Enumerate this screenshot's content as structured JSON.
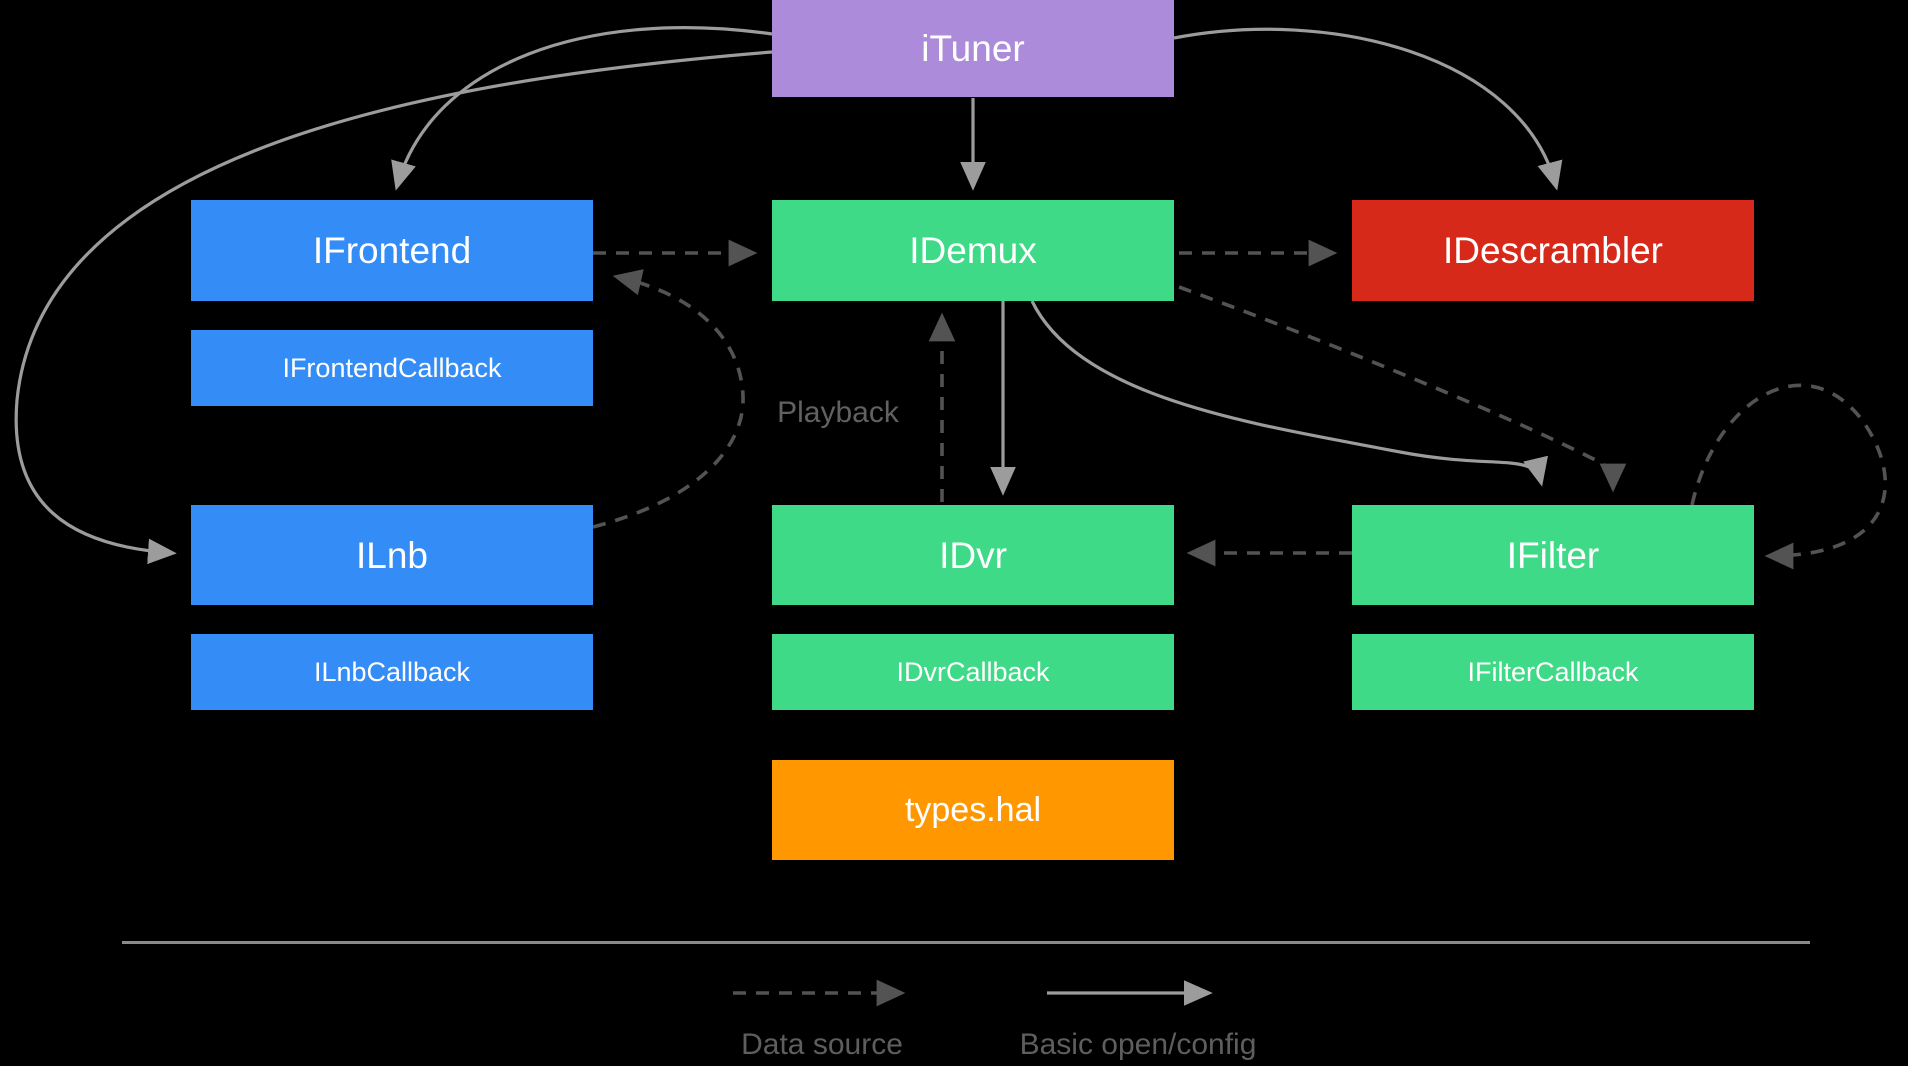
{
  "boxes": {
    "ituner": {
      "label": "iTuner",
      "color": "#AD8BDB"
    },
    "ifrontend": {
      "label": "IFrontend",
      "color": "#348CF7"
    },
    "ifrontend_callback": {
      "label": "IFrontendCallback",
      "color": "#348CF7"
    },
    "idemux": {
      "label": "IDemux",
      "color": "#3FDA87"
    },
    "idescrambler": {
      "label": "IDescrambler",
      "color": "#D6291A"
    },
    "ilnb": {
      "label": "ILnb",
      "color": "#348CF7"
    },
    "ilnb_callback": {
      "label": "ILnbCallback",
      "color": "#348CF7"
    },
    "idvr": {
      "label": "IDvr",
      "color": "#3FDA87"
    },
    "idvr_callback": {
      "label": "IDvrCallback",
      "color": "#3FDA87"
    },
    "ifilter": {
      "label": "IFilter",
      "color": "#3FDA87"
    },
    "ifilter_callback": {
      "label": "IFilterCallback",
      "color": "#3FDA87"
    },
    "types_hal": {
      "label": "types.hal",
      "color": "#FF9800"
    }
  },
  "annotations": {
    "playback": "Playback"
  },
  "legend": {
    "data_source_label": "Data source",
    "basic_open_config_label": "Basic open/config"
  },
  "connections": {
    "solid_basic_open_config": [
      {
        "from": "ituner",
        "to": "ifrontend"
      },
      {
        "from": "ituner",
        "to": "idemux"
      },
      {
        "from": "ituner",
        "to": "idescrambler"
      },
      {
        "from": "ituner",
        "to": "ilnb"
      },
      {
        "from": "idemux",
        "to": "idvr"
      },
      {
        "from": "idemux",
        "to": "ifilter"
      }
    ],
    "dashed_data_source": [
      {
        "from": "ifrontend",
        "to": "idemux"
      },
      {
        "from": "ilnb",
        "to": "ifrontend"
      },
      {
        "from": "idemux",
        "to": "idescrambler"
      },
      {
        "from": "idemux",
        "to": "ifilter"
      },
      {
        "from": "ifilter",
        "to": "ifilter",
        "note": "self loop"
      },
      {
        "from": "ifilter",
        "to": "idvr"
      },
      {
        "from": "idvr",
        "to": "idemux",
        "label": "Playback"
      }
    ]
  },
  "colors": {
    "background": "#000000",
    "solid_arrow": "#9C9C9C",
    "dashed_arrow": "#535353",
    "box_text": "#FFFFFF",
    "annotation_text": "#616161",
    "legend_text": "#5E5E5E",
    "divider": "#8A8A8A"
  }
}
